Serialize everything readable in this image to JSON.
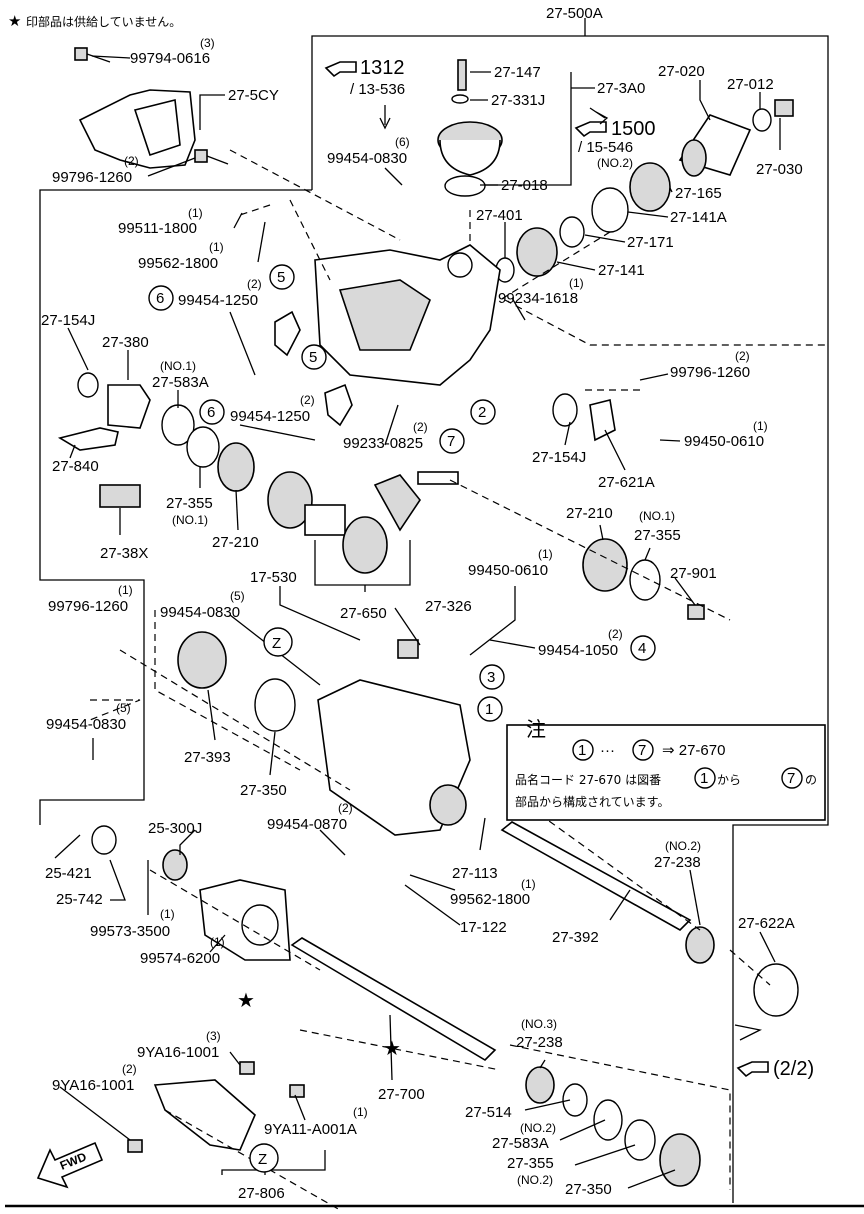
{
  "header": {
    "star": "★",
    "note": "印部品は供給していません。"
  },
  "top_group": "27-500A",
  "refs": {
    "r1312": "1312",
    "r1312_sub": "/ 13-536",
    "r1500": "1500",
    "r1500_sub": "/ 15-546",
    "r2_2": "(2/2)"
  },
  "note_box": {
    "title": "注",
    "c1": "1",
    "dots": "···",
    "c7": "7",
    "arrow": "⇒ 27-670",
    "line2_a": "品名コード 27-670 は図番",
    "line2_c1": "1",
    "line2_b": "から",
    "line2_c7": "7",
    "line2_c": "の",
    "line3": "部品から構成されています。"
  },
  "circled": {
    "c1": "1",
    "c2": "2",
    "c3": "3",
    "c4": "4",
    "c5a": "5",
    "c5b": "5",
    "c6a": "6",
    "c6b": "6",
    "c7": "7",
    "z1": "Z",
    "z2": "Z"
  },
  "fwd": "FWD",
  "parts": {
    "p1": "99794-0616",
    "q1": "(3)",
    "p2": "27-5CY",
    "p3": "99796-1260",
    "q3": "(2)",
    "p4": "27-147",
    "p5": "27-331J",
    "p6": "27-3A0",
    "p7": "27-020",
    "p8": "27-012",
    "p9": "27-030",
    "p10": "99454-0830",
    "q10": "(6)",
    "p11": "27-018",
    "p12": "27-165",
    "q12": "(NO.2)",
    "p13": "27-141A",
    "p14": "99511-1800",
    "q14": "(1)",
    "p15": "99562-1800",
    "q15": "(1)",
    "p16": "27-401",
    "p17": "27-171",
    "p18": "27-141",
    "p19": "99234-1618",
    "q19": "(1)",
    "p20": "99454-1250",
    "q20": "(2)",
    "p21": "27-154J",
    "p22": "27-380",
    "p23": "27-583A",
    "q23": "(NO.1)",
    "p24": "99796-1260",
    "q24": "(2)",
    "p25": "99454-1250",
    "q25": "(2)",
    "p26": "99233-0825",
    "q26": "(2)",
    "p27": "99450-0610",
    "q27": "(1)",
    "p28": "27-154J",
    "p29": "27-840",
    "p30": "27-621A",
    "p31": "27-355",
    "q31": "(NO.1)",
    "p32": "27-210",
    "p33": "27-38X",
    "p34": "27-210",
    "p35": "27-355",
    "q35": "(NO.1)",
    "p36": "27-901",
    "p37": "17-530",
    "p38": "99450-0610",
    "q38": "(1)",
    "p39": "99796-1260",
    "q39": "(1)",
    "p40": "27-650",
    "p41": "27-326",
    "p42": "99454-0830",
    "q42": "(5)",
    "p43": "99454-1050",
    "q43": "(2)",
    "p44": "99454-0830",
    "q44": "(5)",
    "p45": "27-393",
    "p46": "27-350",
    "p47": "25-300J",
    "p48": "99454-0870",
    "q48": "(2)",
    "p49": "25-421",
    "p50": "25-742",
    "p51": "99573-3500",
    "q51": "(1)",
    "p52": "99574-6200",
    "q52": "(1)",
    "p53": "27-113",
    "p54": "99562-1800",
    "q54": "(1)",
    "p55": "17-122",
    "p56": "27-392",
    "p57": "27-238",
    "q57": "(NO.2)",
    "p58": "27-622A",
    "p59": "9YA16-1001",
    "q59": "(3)",
    "p60": "9YA16-1001",
    "q60": "(2)",
    "p61": "27-238",
    "q61": "(NO.3)",
    "p62": "27-700",
    "p63": "9YA11-A001A",
    "q63": "(1)",
    "p64": "27-514",
    "p65": "27-583A",
    "q65": "(NO.2)",
    "p66": "27-355",
    "q66": "(NO.2)",
    "p67": "27-350",
    "p68": "27-806"
  }
}
